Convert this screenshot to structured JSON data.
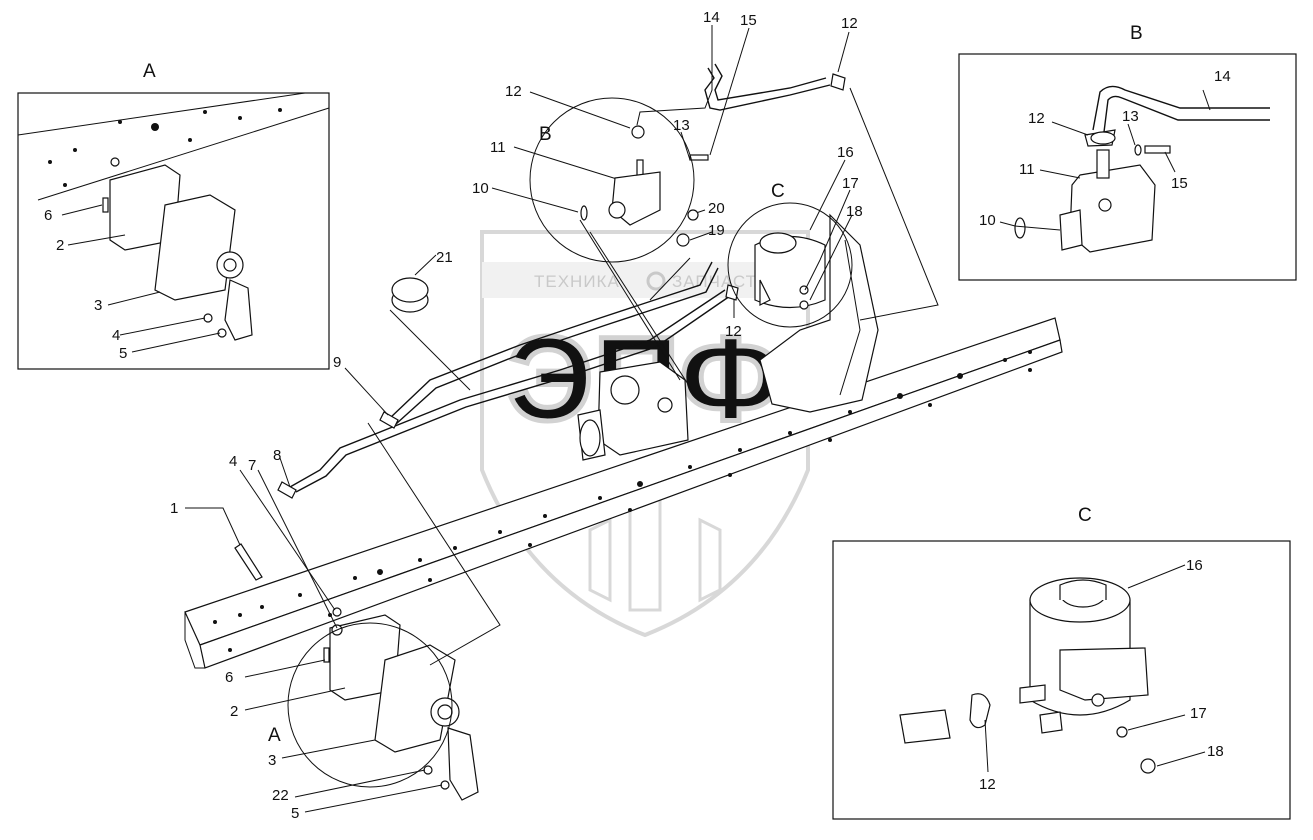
{
  "views": {
    "A": "A",
    "B": "B",
    "C": "C"
  },
  "watermark": {
    "left_text": "ТЕХНИКА",
    "right_text": "ЗАПЧАСТИ",
    "emblem": "ЭПФ"
  },
  "callouts": {
    "main": {
      "c1": "1",
      "c2": "2",
      "c3": "3",
      "c4": "4",
      "c5": "5",
      "c6": "6",
      "c7": "7",
      "c8": "8",
      "c9": "9",
      "c10": "10",
      "c11": "11",
      "c12a": "12",
      "c12b": "12",
      "c12c": "12",
      "c13": "13",
      "c14": "14",
      "c15": "15",
      "c16": "16",
      "c17": "17",
      "c18": "18",
      "c19": "19",
      "c20": "20",
      "c21": "21",
      "c22": "22",
      "vB": "B",
      "vC": "C",
      "vA": "A"
    },
    "detailA": {
      "c6": "6",
      "c2": "2",
      "c3": "3",
      "c4": "4",
      "c5": "5"
    },
    "detailB": {
      "c14": "14",
      "c12": "12",
      "c13": "13",
      "c11": "11",
      "c15": "15",
      "c10": "10"
    },
    "detailC": {
      "c16": "16",
      "c17": "17",
      "c18": "18",
      "c12": "12"
    }
  },
  "icons": [
    "gear-icon"
  ]
}
